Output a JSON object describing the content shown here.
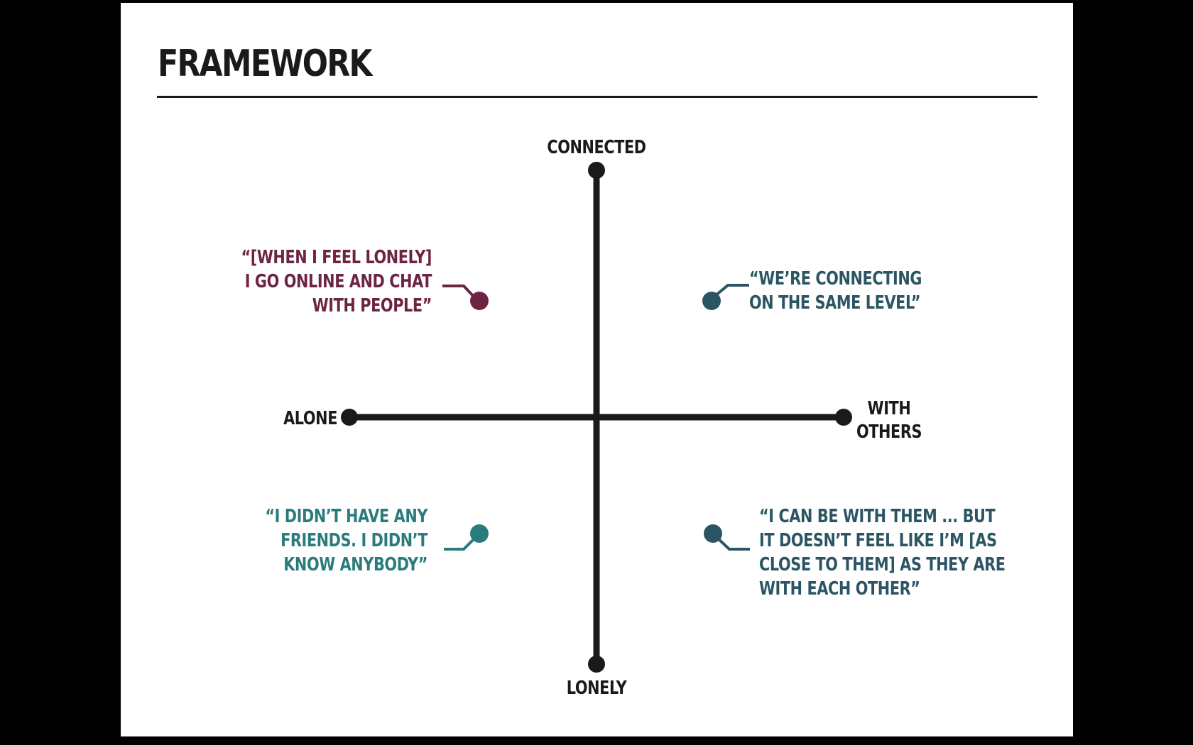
{
  "slide": {
    "title": "FRAMEWORK"
  },
  "axes": {
    "top_label": "CONNECTED",
    "bottom_label": "LONELY",
    "left_label": "ALONE",
    "right_label_lines": [
      "WITH",
      "OTHERS"
    ],
    "axis_color": "#1a1a1a"
  },
  "quotes": {
    "top_left": {
      "lines": [
        "“[WHEN I FEEL LONELY]",
        "I GO ONLINE AND CHAT",
        "WITH PEOPLE”"
      ],
      "color": "#6d2444"
    },
    "top_right": {
      "lines": [
        "“WE’RE CONNECTING",
        "ON THE SAME LEVEL”"
      ],
      "color": "#2c5564"
    },
    "bottom_left": {
      "lines": [
        "“I DIDN’T HAVE ANY",
        "FRIENDS. I DIDN’T",
        "KNOW ANYBODY”"
      ],
      "color": "#2a7b7b"
    },
    "bottom_right": {
      "lines": [
        "“I CAN BE WITH THEM ... BUT",
        "IT DOESN’T FEEL LIKE I’M [AS",
        "CLOSE TO THEM] AS THEY ARE",
        "WITH EACH OTHER”"
      ],
      "color": "#2c5564"
    }
  }
}
